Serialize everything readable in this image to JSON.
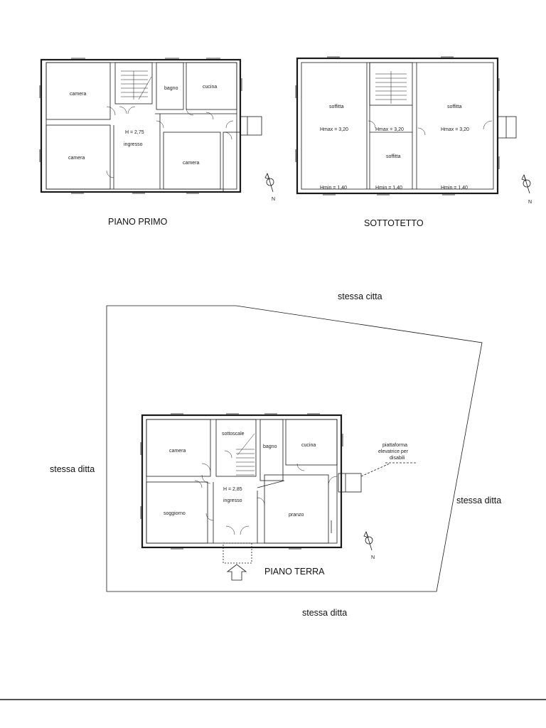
{
  "piano_primo": {
    "title": "PIANO PRIMO",
    "rooms": [
      "camera",
      "camera",
      "bagno",
      "cucina",
      "camera"
    ],
    "ingresso": "ingresso",
    "height": "H = 2,75",
    "north": "N"
  },
  "sottotetto": {
    "title": "SOTTOTETTO",
    "rooms": [
      "soffitta",
      "soffitta",
      "soffitta"
    ],
    "hmax": [
      "Hmax = 3,20",
      "Hmax = 3,20",
      "Hmax = 3,20"
    ],
    "hmin": [
      "Hmin = 1,40",
      "Hmin = 1,40",
      "Hmin = 1,40"
    ],
    "north": "N"
  },
  "piano_terra": {
    "title": "PIANO TERRA",
    "rooms": {
      "camera": "camera",
      "soggiorno": "soggiorno",
      "sottoscale": "sottoscale",
      "bagno": "bagno",
      "cucina": "cucina",
      "pranzo": "pranzo",
      "ingresso": "ingresso"
    },
    "height": "H = 2,85",
    "piattaforma": [
      "piattaforma",
      "elevatrice per",
      "disabili"
    ],
    "north": "N"
  },
  "context": {
    "top": "stessa citta",
    "left": "stessa ditta",
    "right": "stessa ditta",
    "bottom": "stessa ditta"
  }
}
